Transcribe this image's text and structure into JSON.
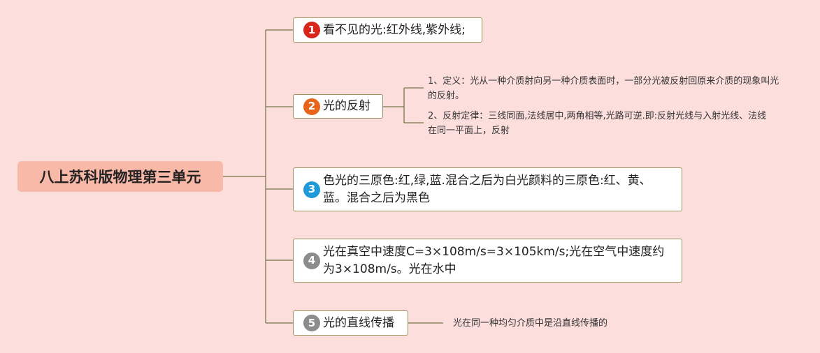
{
  "root": {
    "label": "八上苏科版物理第三单元"
  },
  "branches": [
    {
      "number": "1",
      "label": "看不见的光:红外线,紫外线;",
      "badge_color": "#d9261c"
    },
    {
      "number": "2",
      "label": "光的反射",
      "badge_color": "#e8641b",
      "notes": [
        "1、定义：光从一种介质射向另一种介质表面时，一部分光被反射回原来介质的现象叫光的反射。",
        "2、反射定律：三线同面,法线居中,两角相等,光路可逆.即:反射光线与入射光线、法线在同一平面上，反射"
      ]
    },
    {
      "number": "3",
      "label": "色光的三原色:红,绿,蓝.混合之后为白光颜料的三原色:红、黄、蓝。混合之后为黑色",
      "badge_color": "#1f9ad6"
    },
    {
      "number": "4",
      "label": "光在真空中速度C=3×108m/s=3×105km/s;光在空气中速度约为3×108m/s。光在水中",
      "badge_color": "#8c8c8c"
    },
    {
      "number": "5",
      "label": "光的直线传播",
      "badge_color": "#8c8c8c",
      "notes": [
        "光在同一种均匀介质中是沿直线传播的"
      ]
    }
  ],
  "colors": {
    "line": "#7a7548",
    "background": "#fcdedc",
    "root_fill": "#f8b9a8"
  }
}
